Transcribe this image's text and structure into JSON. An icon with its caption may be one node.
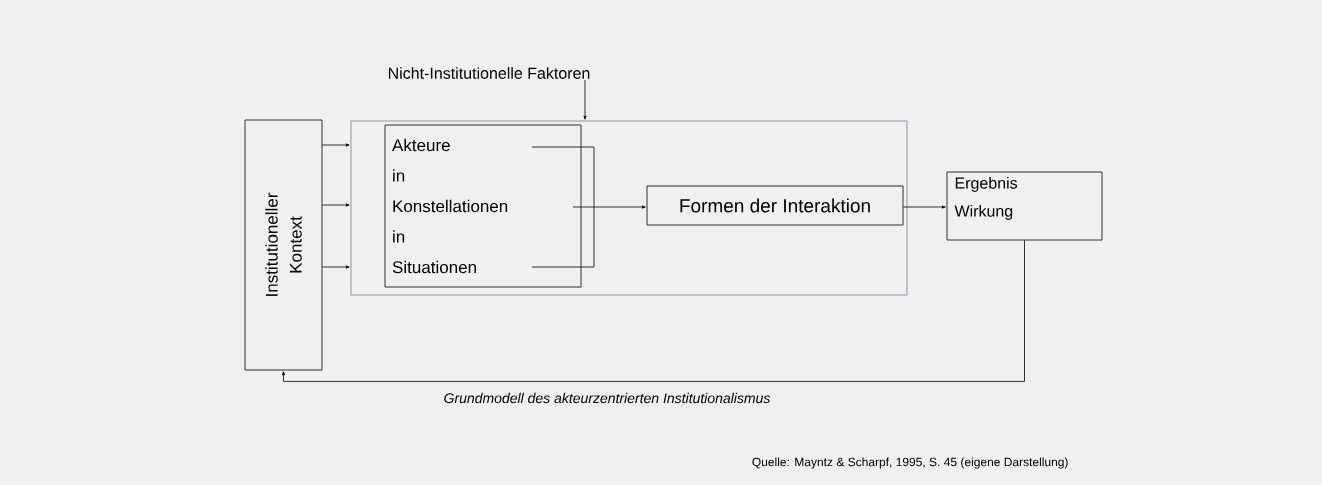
{
  "diagram": {
    "caption": "Grundmodell des akteurzentrierten Institutionalismus",
    "nodes": [
      {
        "text": [
          "Nicht-Institutionelle Faktoren"
        ]
      },
      {
        "text": [
          "Institutioneller Kontext"
        ]
      },
      {
        "text": [],
        "shape": "box"
      },
      {
        "text": [
          "Akteure in Konstellationen in Situationen"
        ],
        "in": 2
      },
      {
        "text": [
          "Formen der Interaktion"
        ],
        "in": 2
      },
      {
        "text": [
          "Ergebnis Wirkung"
        ]
      }
    ],
    "edges": [
      {
        "from": 0,
        "to": 2,
        "arrow": "to"
      },
      {
        "from": 1,
        "to": 2,
        "arrow": "to"
      },
      {
        "from": 1,
        "to": 2,
        "arrow": "to"
      },
      {
        "from": 1,
        "to": 2,
        "arrow": "to"
      },
      {
        "from": 3,
        "to": 4,
        "arrow": "to"
      },
      {
        "from": 4,
        "to": 5,
        "arrow": "to"
      },
      {
        "from": 5,
        "to": 1,
        "arrow": "to"
      }
    ],
    "labels": [
      "Quelle: Mayntz & Scharpf, 1995, S. 45 (eigene Darstellung)"
    ]
  }
}
